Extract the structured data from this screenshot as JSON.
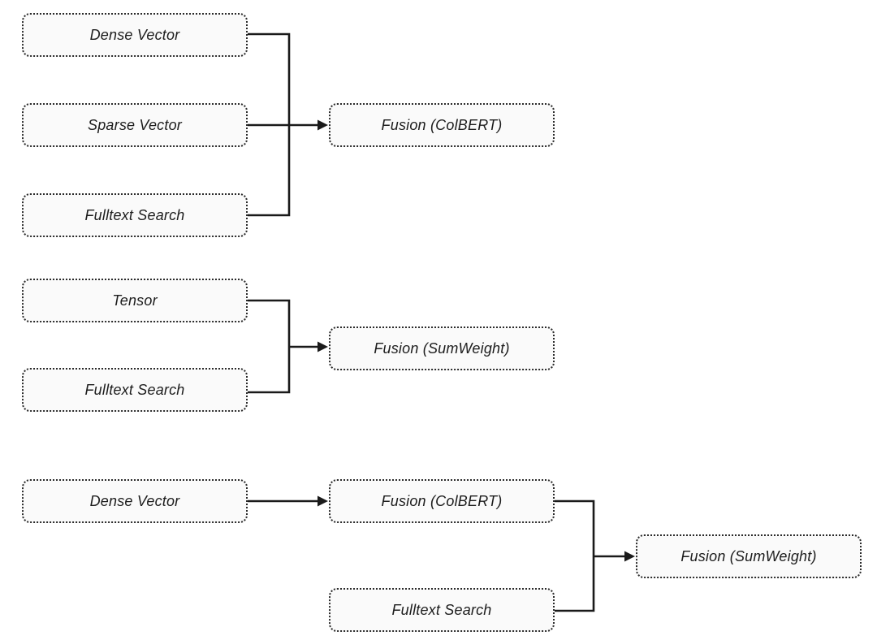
{
  "diagram": {
    "colors": {
      "background": "#ffffff",
      "node_fill": "#fafafa",
      "node_border": "#2b2b2b",
      "line": "#1a1a1a",
      "text": "#1d1d1d"
    },
    "pipelines": [
      {
        "inputs": [
          "Dense Vector",
          "Sparse Vector",
          "Fulltext Search"
        ],
        "fusion": "Fusion (ColBERT)"
      },
      {
        "inputs": [
          "Tensor",
          "Fulltext Search"
        ],
        "fusion": "Fusion (SumWeight)"
      },
      {
        "stage1_input": "Dense Vector",
        "stage1_fusion": "Fusion (ColBERT)",
        "stage2_input": "Fulltext Search",
        "stage2_fusion": "Fusion (SumWeight)"
      }
    ]
  }
}
